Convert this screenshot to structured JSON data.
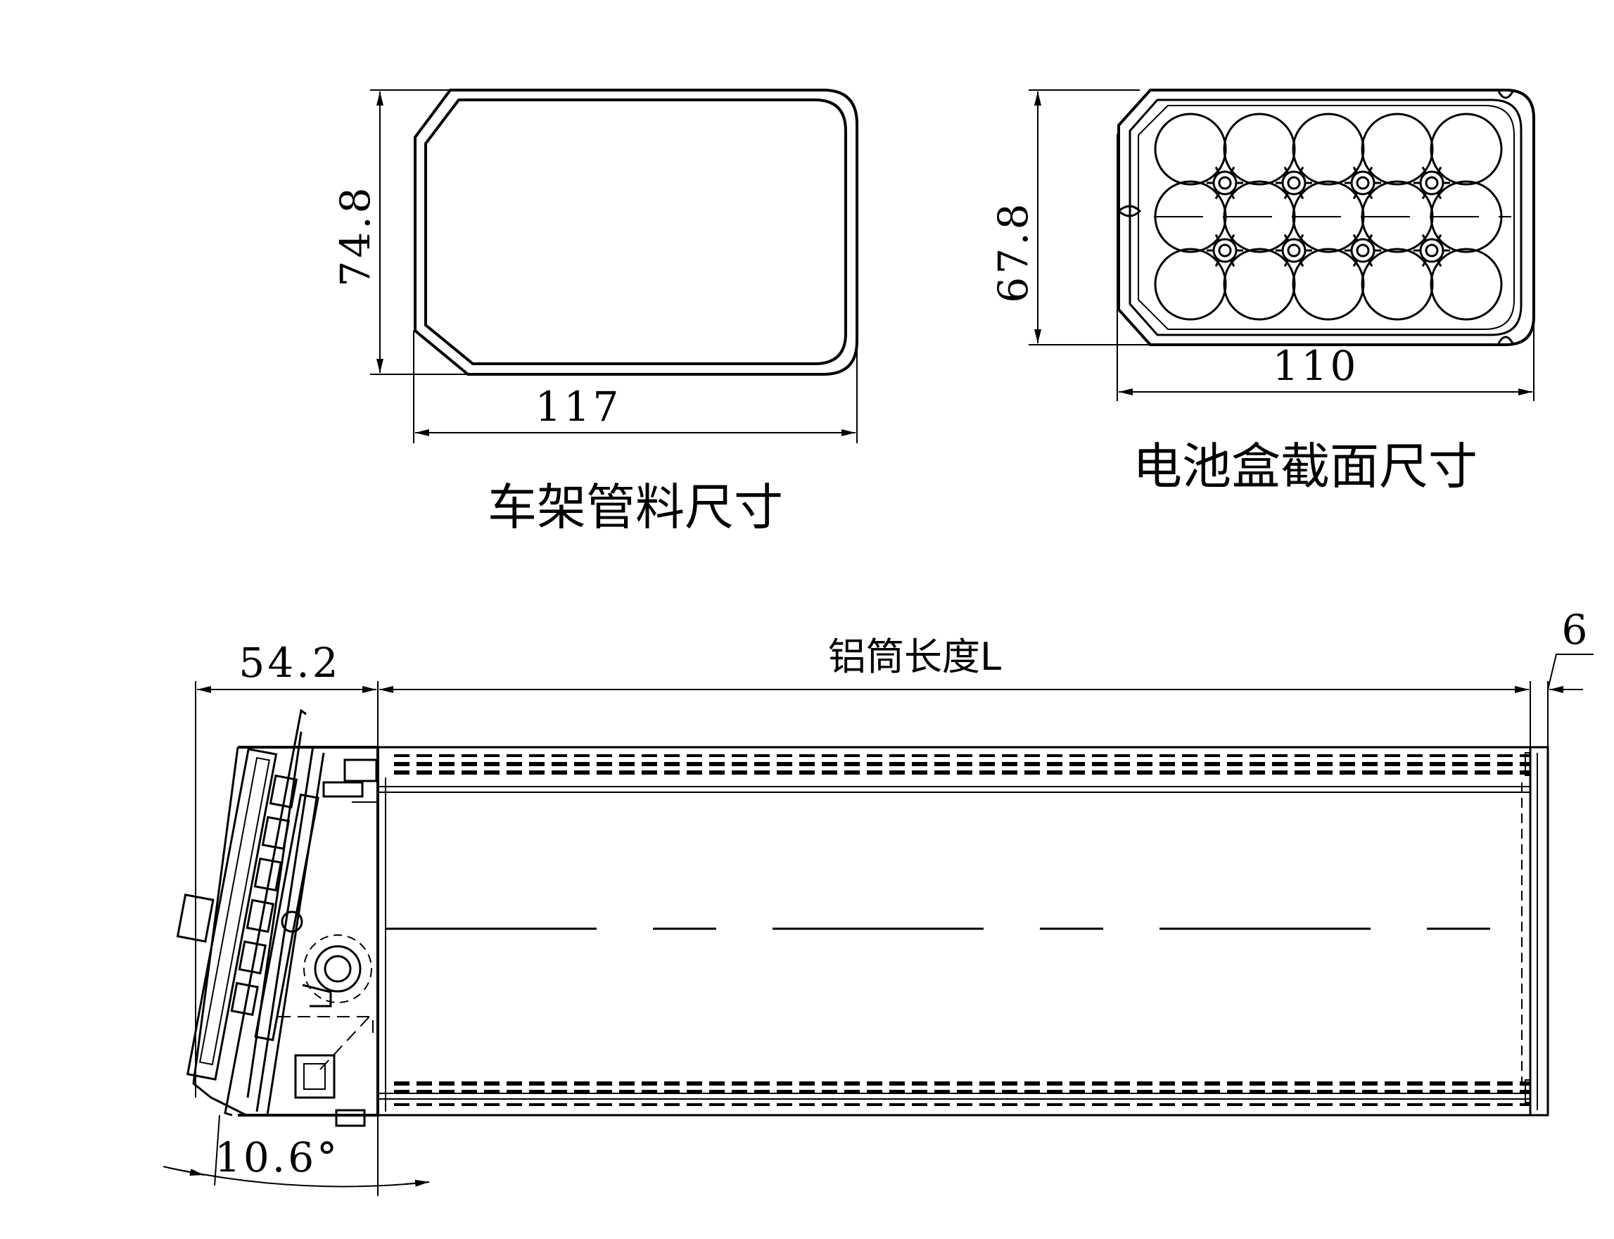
{
  "top_left": {
    "height_dim": "74.8",
    "width_dim": "117",
    "caption": "车架管料尺寸"
  },
  "top_right": {
    "height_dim": "67.8",
    "width_dim": "110",
    "caption": "电池盒截面尺寸"
  },
  "bottom": {
    "left_dim": "54.2",
    "length_label": "铝筒长度L",
    "right_dim": "6",
    "angle_dim": "10.6°"
  },
  "colors": {
    "line": "#000000",
    "background": "#ffffff"
  }
}
